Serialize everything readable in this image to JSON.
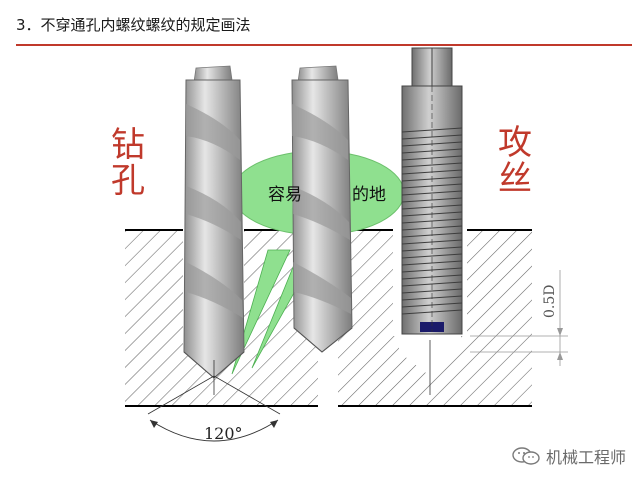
{
  "title": "3．不穿通孔内螺纹螺纹的规定画法",
  "labels": {
    "left_char1": "钻",
    "left_char2": "孔",
    "right_char1": "攻",
    "right_char2": "丝",
    "callout": "容易",
    "callout_tail": "的地",
    "angle": "120°",
    "depth": "0.5D"
  },
  "watermark": {
    "text": "机械工程师",
    "icon": "wechat-icon"
  },
  "colors": {
    "accent": "#c0392b",
    "callout_fill": "#8fe08f",
    "drill": "#c9c9c9"
  }
}
